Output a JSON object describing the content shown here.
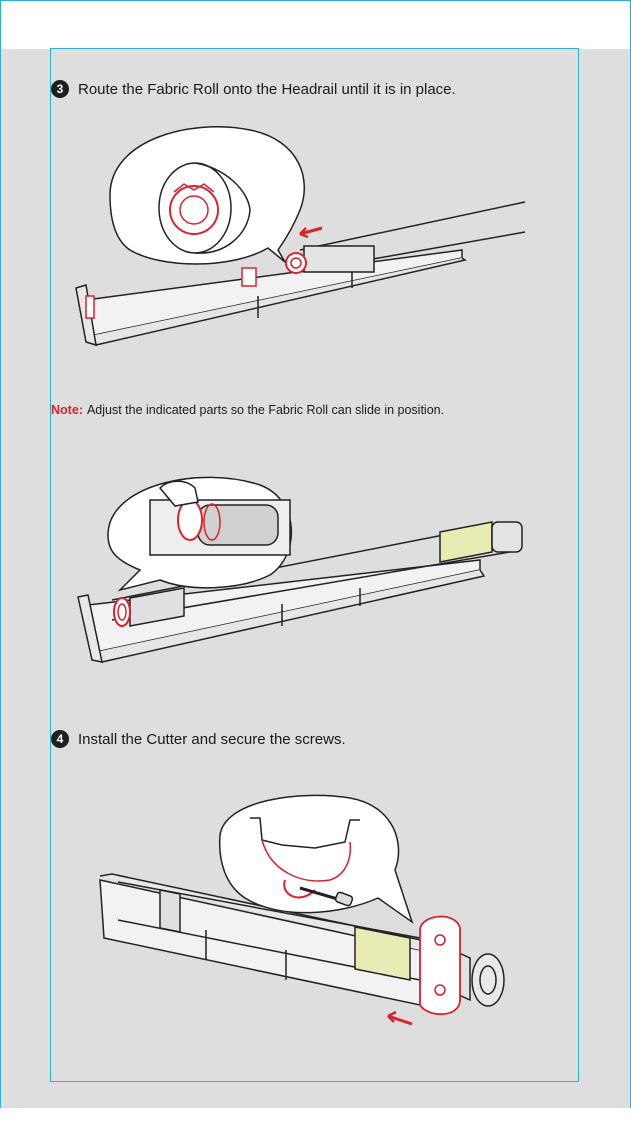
{
  "steps": [
    {
      "number": "3",
      "text": "Route the Fabric Roll onto the Headrail until it is in place."
    },
    {
      "number": "4",
      "text": "Install the Cutter and secure the screws."
    }
  ],
  "note": {
    "label": "Note:",
    "text": "Adjust the indicated parts so the Fabric Roll can slide in position."
  },
  "colors": {
    "accent": "#d9232e",
    "frame": "#2ab0d8",
    "highlight": "#e8ebb4"
  }
}
